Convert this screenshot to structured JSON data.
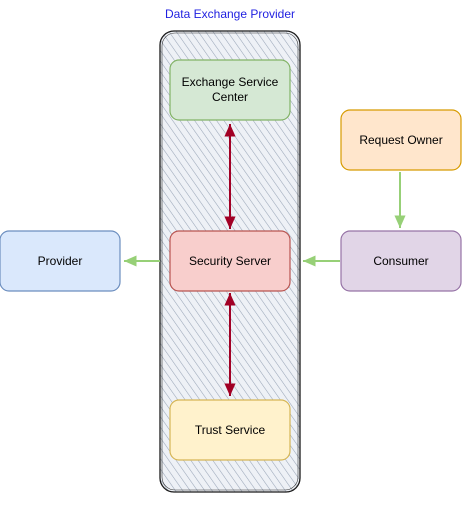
{
  "diagram": {
    "container": {
      "title": "Data Exchange Provider"
    },
    "nodes": {
      "exchange_service_center": {
        "label_line1": "Exchange Service",
        "label_line2": "Center",
        "fill": "#d5e8d4",
        "stroke": "#82b366"
      },
      "security_server": {
        "label": "Security Server",
        "fill": "#f8cecc",
        "stroke": "#b85450"
      },
      "trust_service": {
        "label": "Trust Service",
        "fill": "#fff2cc",
        "stroke": "#d6b656"
      },
      "provider": {
        "label": "Provider",
        "fill": "#dae8fc",
        "stroke": "#6c8ebf"
      },
      "consumer": {
        "label": "Consumer",
        "fill": "#e1d5e7",
        "stroke": "#9673a6"
      },
      "request_owner": {
        "label": "Request Owner",
        "fill": "#ffe6cc",
        "stroke": "#d79b00"
      }
    },
    "edges": [
      {
        "from": "security_server",
        "to": "exchange_service_center",
        "style": "bidirectional",
        "color": "#a20025"
      },
      {
        "from": "security_server",
        "to": "trust_service",
        "style": "bidirectional",
        "color": "#a20025"
      },
      {
        "from": "security_server",
        "to": "provider",
        "style": "directed",
        "color": "#97d077"
      },
      {
        "from": "consumer",
        "to": "security_server",
        "style": "directed",
        "color": "#97d077"
      },
      {
        "from": "request_owner",
        "to": "consumer",
        "style": "directed",
        "color": "#97d077"
      }
    ]
  }
}
